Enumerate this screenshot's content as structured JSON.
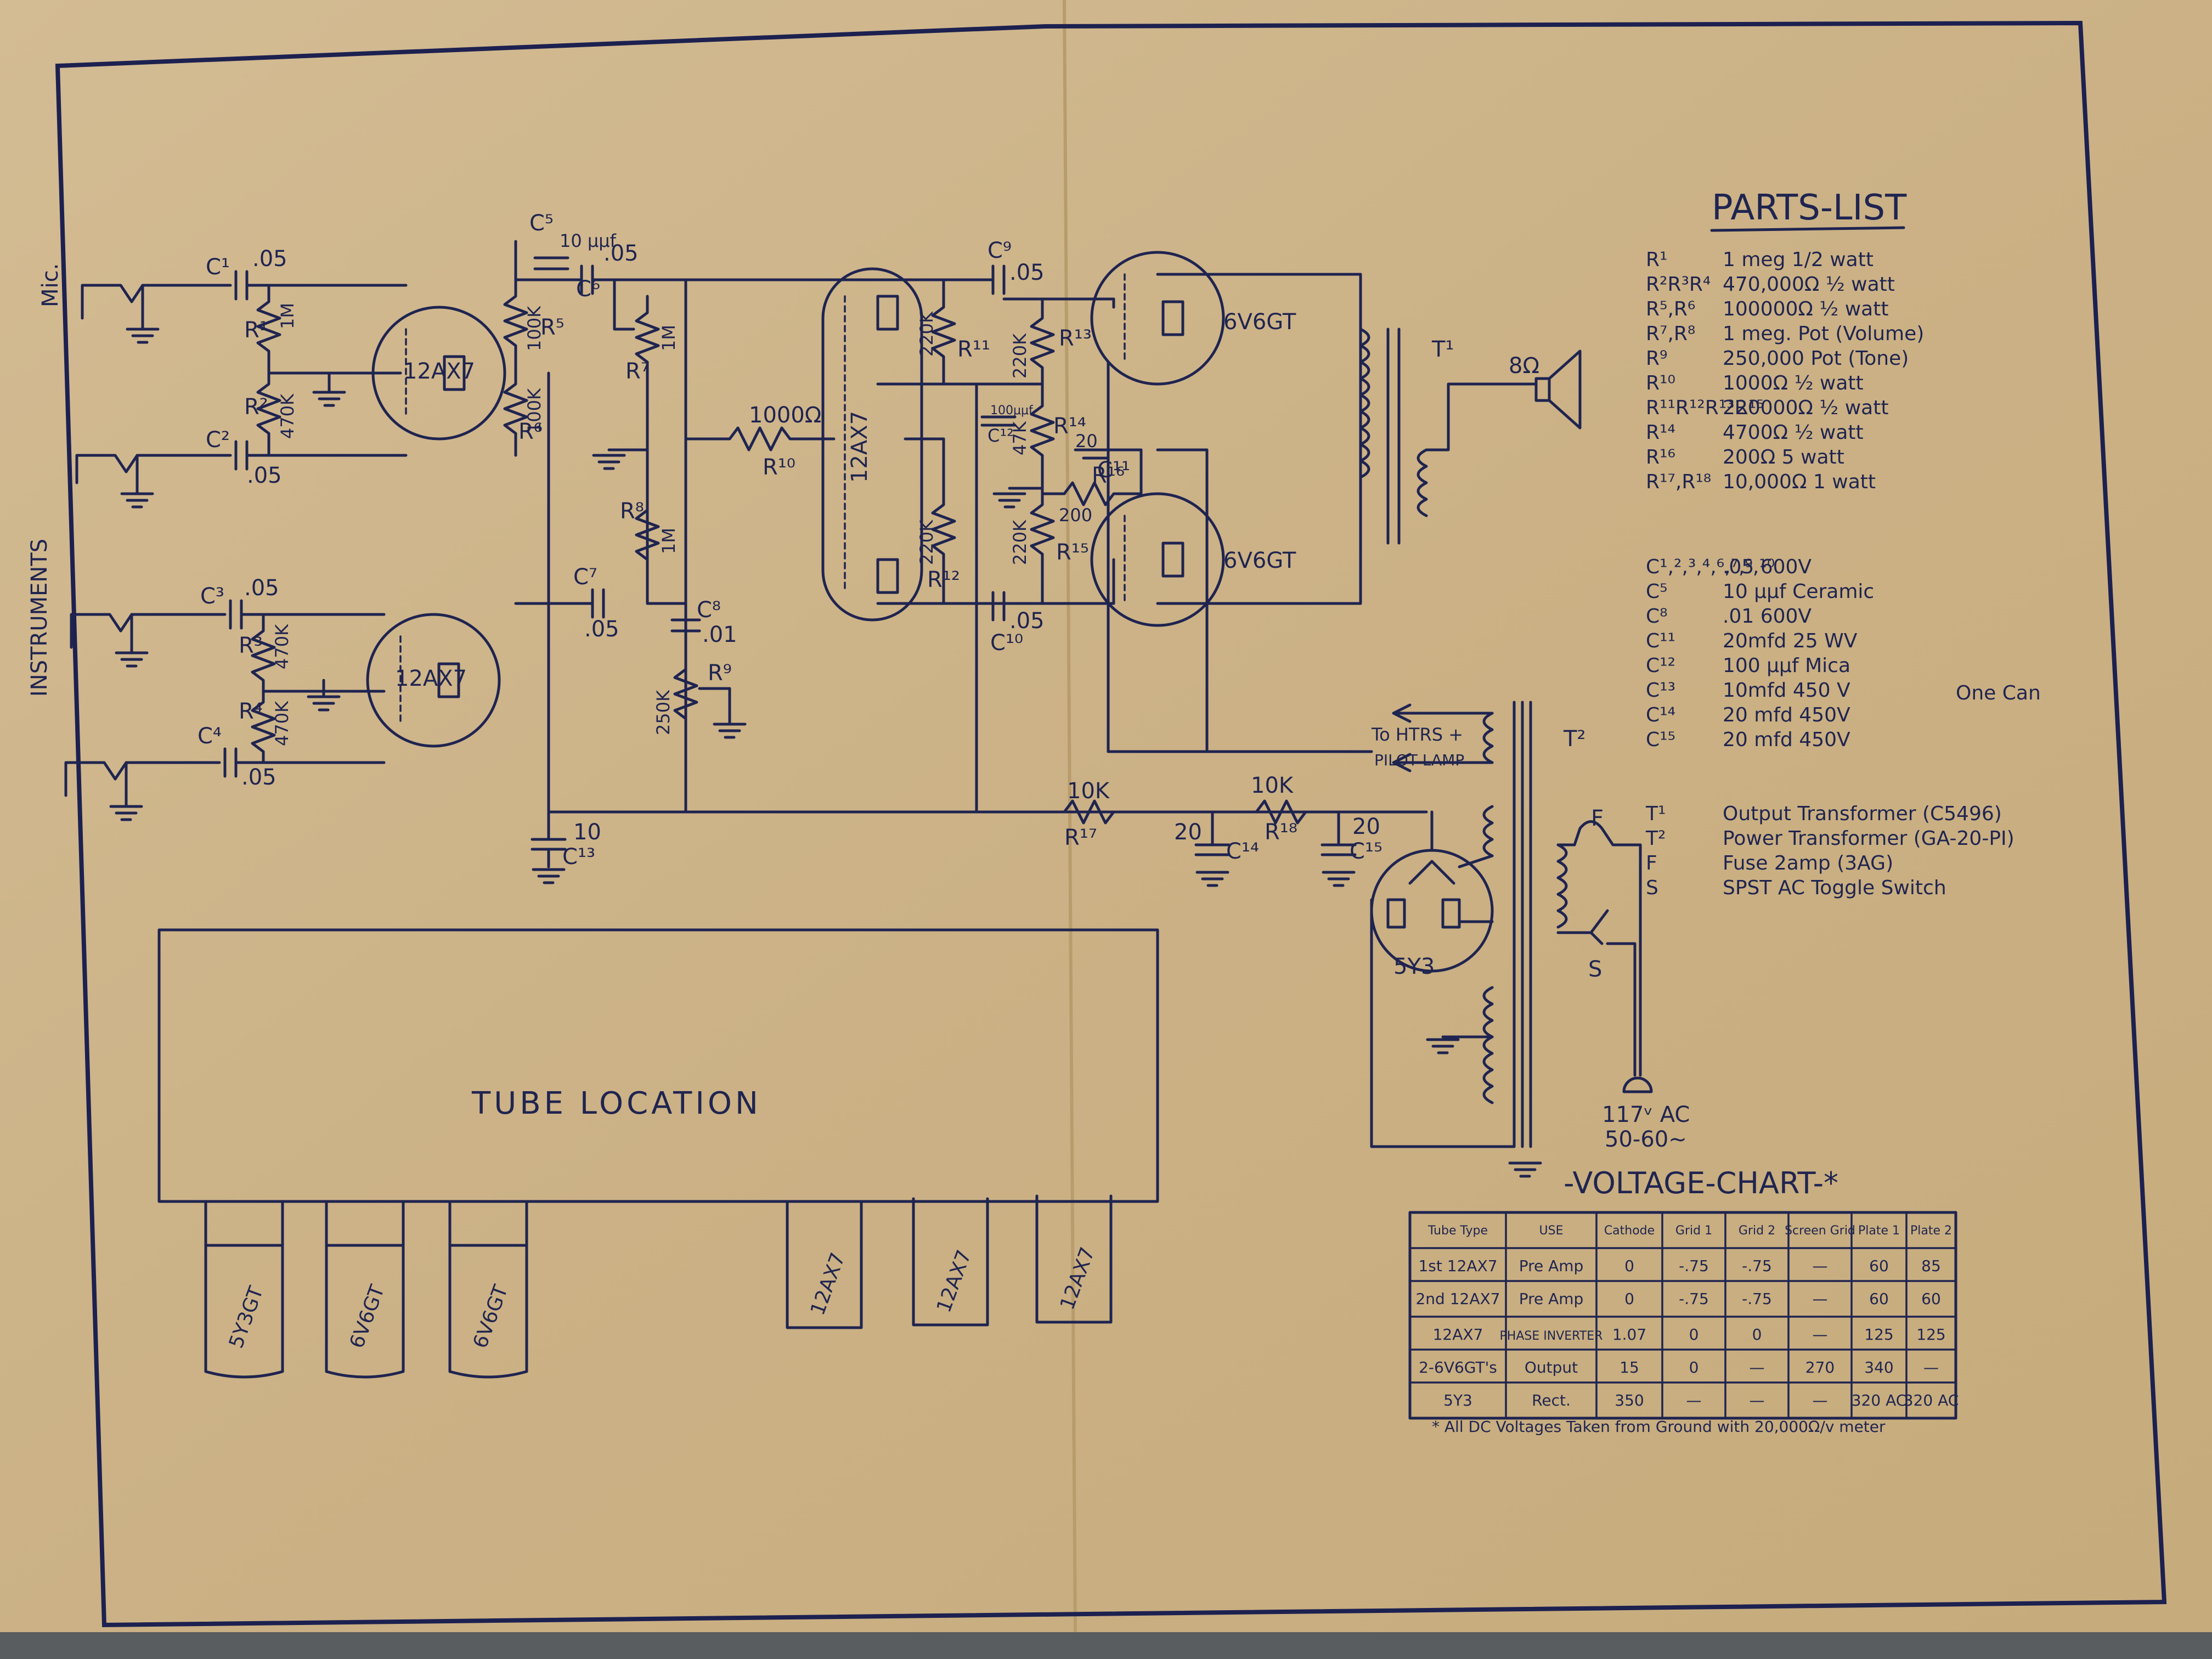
{
  "inputs": {
    "mic": "Mic.",
    "instruments": "INSTRUMENTS"
  },
  "components": {
    "c1": "C¹",
    "c1v": ".05",
    "c2": "C²",
    "c2v": ".05",
    "c3": "C³",
    "c3v": ".05",
    "c4": "C⁴",
    "c4v": ".05",
    "c5": "C⁵",
    "c5v": "10 μμf",
    "c6": "C⁶",
    "c6v": ".05",
    "c7": "C⁷",
    "c7v": ".05",
    "c8": "C⁸",
    "c8v": ".01",
    "c9": "C⁹",
    "c9v": ".05",
    "c10": "C¹⁰",
    "c10v": ".05",
    "c11": "C¹¹",
    "c11v": "20",
    "c12": "C¹²",
    "c12v": "100μμf",
    "c13": "C¹³",
    "c13v": "10",
    "c14": "C¹⁴",
    "c14v": "20",
    "c15": "C¹⁵",
    "c15v": "20",
    "r1": "R¹",
    "r1v": "1M",
    "r2": "R²",
    "r2v": "470K",
    "r3": "R³",
    "r3v": "470K",
    "r4": "R⁴",
    "r4v": "470K",
    "r5": "R⁵",
    "r5v": "100K",
    "r6": "R⁶",
    "r6v": "100K",
    "r7": "R⁷",
    "r7v": "1M",
    "r8": "R⁸",
    "r8v": "1M",
    "r9": "R⁹",
    "r9v": "250K",
    "r10": "R¹⁰",
    "r10v": "1000Ω",
    "r11": "R¹¹",
    "r11v": "220K",
    "r12": "R¹²",
    "r12v": "220K",
    "r13": "R¹³",
    "r13v": "220K",
    "r14": "R¹⁴",
    "r14v": "47K",
    "r15": "R¹⁵",
    "r15v": "220K",
    "r16": "R¹⁶",
    "r16v": "200",
    "r17": "R¹⁷",
    "r17v": "10K",
    "r18": "R¹⁸",
    "r18v": "10K"
  },
  "tubes": {
    "v1": "12AX7",
    "v2": "12AX7",
    "v3": "12AX7",
    "v4": "6V6GT",
    "v5": "6V6GT",
    "v6": "5Y3"
  },
  "transformers": {
    "t1": "T¹",
    "t2": "T²",
    "speaker": "8Ω",
    "fuse": "F",
    "switch": "S"
  },
  "power": {
    "heaters_1": "To HTRS +",
    "heaters_2": "PILOT LAMP",
    "ac_1": "117ᵛ AC",
    "ac_2": "50-60~"
  },
  "parts_list": {
    "title": "PARTS-LIST",
    "items": [
      {
        "ref": "R¹",
        "desc": "1 meg   1/2 watt"
      },
      {
        "ref": "R²R³R⁴",
        "desc": "470,000Ω  ½ watt"
      },
      {
        "ref": "R⁵,R⁶",
        "desc": "100000Ω  ½ watt"
      },
      {
        "ref": "R⁷,R⁸",
        "desc": "1 meg. Pot (Volume)"
      },
      {
        "ref": "R⁹",
        "desc": "250,000 Pot (Tone)"
      },
      {
        "ref": "R¹⁰",
        "desc": "1000Ω  ½ watt"
      },
      {
        "ref": "R¹¹R¹²R¹³R¹⁵",
        "desc": "220000Ω  ½ watt"
      },
      {
        "ref": "R¹⁴",
        "desc": "4700Ω  ½ watt"
      },
      {
        "ref": "R¹⁶",
        "desc": "200Ω    5 watt"
      },
      {
        "ref": "R¹⁷,R¹⁸",
        "desc": "10,000Ω   1 watt"
      },
      {
        "ref": "C¹,²,³,⁴,⁶,⁷,⁹,¹⁰",
        "desc": ".05    600V"
      },
      {
        "ref": "C⁵",
        "desc": "10 μμf  Ceramic"
      },
      {
        "ref": "C⁸",
        "desc": ".01   600V"
      },
      {
        "ref": "C¹¹",
        "desc": "20mfd    25 WV"
      },
      {
        "ref": "C¹²",
        "desc": "100 μμf   Mica"
      },
      {
        "ref": "C¹³",
        "desc": "10mfd    450 V"
      },
      {
        "ref": "C¹⁴",
        "desc": "20 mfd    450V"
      },
      {
        "ref": "C¹⁵",
        "desc": "20 mfd    450V"
      },
      {
        "ref": "T¹",
        "desc": "Output  Transformer (C5496)"
      },
      {
        "ref": "T²",
        "desc": "Power  Transformer (GA-20-PI)"
      },
      {
        "ref": "F",
        "desc": "Fuse    2amp (3AG)"
      },
      {
        "ref": "S",
        "desc": "SPST   AC Toggle Switch"
      }
    ],
    "one_can": "One Can"
  },
  "tube_location": {
    "label": "TUBE LOCATION",
    "left": [
      "5Y3GT",
      "6V6GT",
      "6V6GT"
    ],
    "right": [
      "12AX7",
      "12AX7",
      "12AX7"
    ]
  },
  "voltage_chart": {
    "title": "-VOLTAGE-CHART-*",
    "headers": [
      "Tube Type",
      "USE",
      "Cathode",
      "Grid 1",
      "Grid 2",
      "Screen Grid",
      "Plate 1",
      "Plate 2"
    ],
    "rows": [
      [
        "1st 12AX7",
        "Pre Amp",
        "0",
        "-.75",
        "-.75",
        "—",
        "60",
        "85"
      ],
      [
        "2nd 12AX7",
        "Pre Amp",
        "0",
        "-.75",
        "-.75",
        "—",
        "60",
        "60"
      ],
      [
        "12AX7",
        "PHASE INVERTER",
        "1.07",
        "0",
        "0",
        "—",
        "125",
        "125"
      ],
      [
        "2-6V6GT's",
        "Output",
        "15",
        "0",
        "—",
        "270",
        "340",
        "—"
      ],
      [
        "5Y3",
        "Rect.",
        "350",
        "—",
        "—",
        "—",
        "320 AC",
        "320 AC"
      ]
    ],
    "footnote": "* All DC Voltages Taken from Ground with 20,000Ω/v meter"
  }
}
